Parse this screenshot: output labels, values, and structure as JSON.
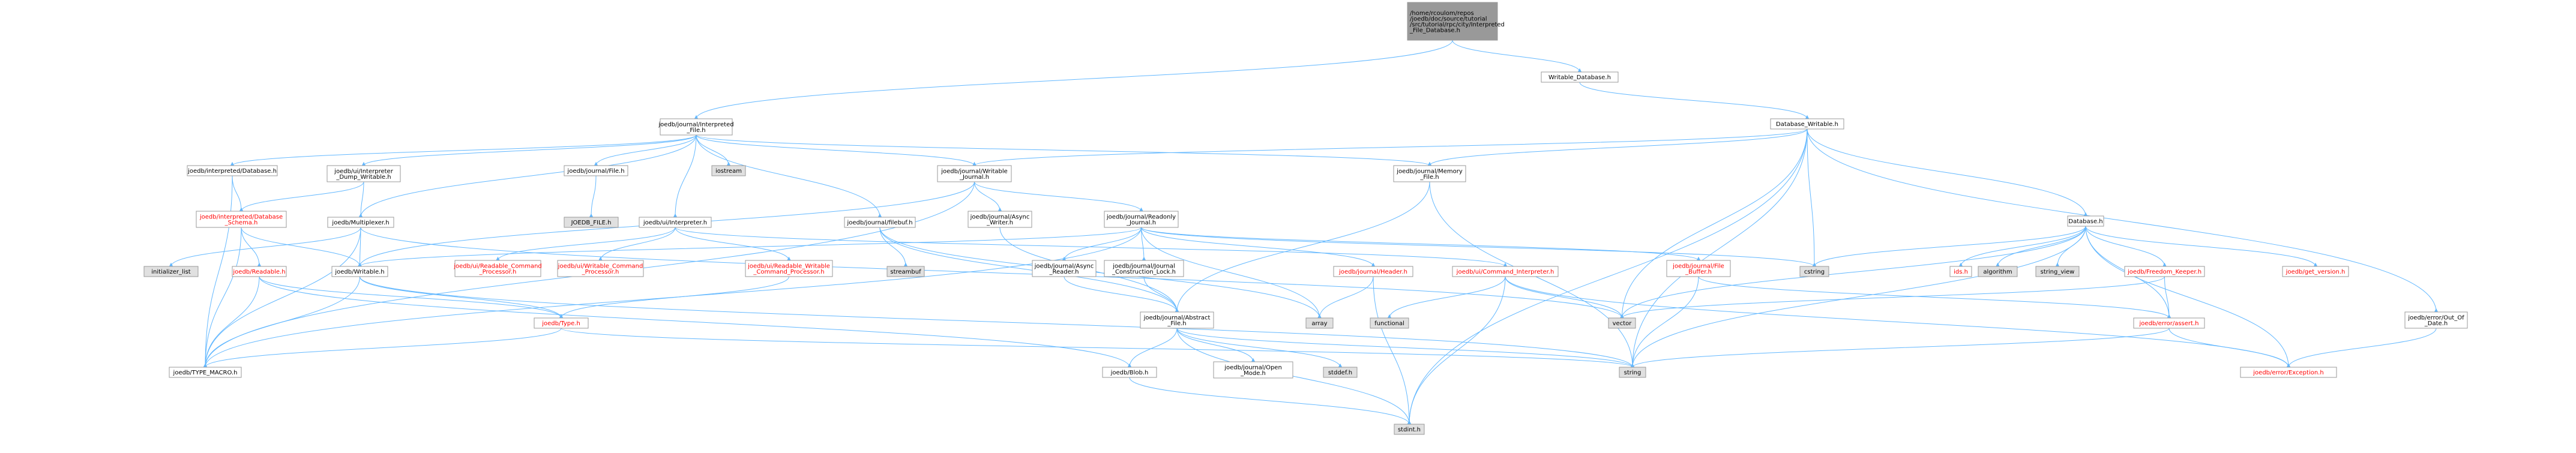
{
  "colors": {
    "node_fill": "#ffffff",
    "node_border": "#999999",
    "root_fill": "#999999",
    "system_fill": "#e0e0e0",
    "edge": "#63b8ff",
    "missing_text": "#ff0000"
  },
  "nodes": {
    "root": {
      "lines": [
        "/home/rcoulom/repos",
        "/joedb/doc/source/tutorial",
        "/src/tutorial/rpc/city/Interpreted",
        "_File_Database.h"
      ]
    },
    "interpreted_file": {
      "lines": [
        "joedb/journal/Interpreted",
        "_File.h"
      ]
    },
    "writable_database": {
      "lines": [
        "Writable_Database.h"
      ]
    },
    "database_writable": {
      "lines": [
        "Database_Writable.h"
      ]
    },
    "interpreted_database": {
      "lines": [
        "joedb/interpreted/Database.h"
      ]
    },
    "ui_interpreter_dump": {
      "lines": [
        "joedb/ui/Interpreter",
        "_Dump_Writable.h"
      ]
    },
    "journal_file": {
      "lines": [
        "joedb/journal/File.h"
      ]
    },
    "iostream": {
      "lines": [
        "iostream"
      ]
    },
    "journal_writable": {
      "lines": [
        "joedb/journal/Writable",
        "_Journal.h"
      ]
    },
    "memory_file": {
      "lines": [
        "joedb/journal/Memory",
        "_File.h"
      ]
    },
    "database_h": {
      "lines": [
        "Database.h"
      ]
    },
    "interpreted_database_schema": {
      "lines": [
        "joedb/interpreted/Database",
        "_Schema.h"
      ]
    },
    "multiplexer": {
      "lines": [
        "joedb/Multiplexer.h"
      ]
    },
    "joedb_file": {
      "lines": [
        "JOEDB_FILE.h"
      ]
    },
    "ui_interpreter": {
      "lines": [
        "joedb/ui/Interpreter.h"
      ]
    },
    "filebuf": {
      "lines": [
        "joedb/journal/filebuf.h"
      ]
    },
    "async_writer": {
      "lines": [
        "joedb/journal/Async",
        "_Writer.h"
      ]
    },
    "readonly_journal": {
      "lines": [
        "joedb/journal/Readonly",
        "_Journal.h"
      ]
    },
    "initializer_list": {
      "lines": [
        "initializer_list"
      ]
    },
    "readable": {
      "lines": [
        "joedb/Readable.h"
      ]
    },
    "writable": {
      "lines": [
        "joedb/Writable.h"
      ]
    },
    "readable_command_processor": {
      "lines": [
        "joedb/ui/Readable_Command",
        "_Processor.h"
      ]
    },
    "writable_command_processor": {
      "lines": [
        "joedb/ui/Writable_Command",
        "_Processor.h"
      ]
    },
    "readable_writable_cp": {
      "lines": [
        "joedb/ui/Readable_Writable",
        "_Command_Processor.h"
      ]
    },
    "streambuf": {
      "lines": [
        "streambuf"
      ]
    },
    "async_reader": {
      "lines": [
        "joedb/journal/Async",
        "_Reader.h"
      ]
    },
    "construction_lock": {
      "lines": [
        "joedb/journal/Journal",
        "_Construction_Lock.h"
      ]
    },
    "journal_header": {
      "lines": [
        "joedb/journal/Header.h"
      ]
    },
    "command_interpreter": {
      "lines": [
        "joedb/ui/Command_Interpreter.h"
      ]
    },
    "file_buffer": {
      "lines": [
        "joedb/journal/File",
        "_Buffer.h"
      ]
    },
    "cstring": {
      "lines": [
        "cstring"
      ]
    },
    "ids": {
      "lines": [
        "ids.h"
      ]
    },
    "algorithm": {
      "lines": [
        "algorithm"
      ]
    },
    "string_view": {
      "lines": [
        "string_view"
      ]
    },
    "freedom_keeper": {
      "lines": [
        "joedb/Freedom_Keeper.h"
      ]
    },
    "get_version": {
      "lines": [
        "joedb/get_version.h"
      ]
    },
    "type": {
      "lines": [
        "joedb/Type.h"
      ]
    },
    "array": {
      "lines": [
        "array"
      ]
    },
    "functional": {
      "lines": [
        "functional"
      ]
    },
    "abstract_file": {
      "lines": [
        "joedb/journal/Abstract",
        "_File.h"
      ]
    },
    "vector": {
      "lines": [
        "vector"
      ]
    },
    "error_assert": {
      "lines": [
        "joedb/error/assert.h"
      ]
    },
    "out_of_date": {
      "lines": [
        "joedb/error/Out_Of",
        "_Date.h"
      ]
    },
    "type_macro": {
      "lines": [
        "joedb/TYPE_MACRO.h"
      ]
    },
    "blob": {
      "lines": [
        "joedb/Blob.h"
      ]
    },
    "open_mode": {
      "lines": [
        "joedb/journal/Open",
        "_Mode.h"
      ]
    },
    "stddef": {
      "lines": [
        "stddef.h"
      ]
    },
    "string": {
      "lines": [
        "string"
      ]
    },
    "error_exception": {
      "lines": [
        "joedb/error/Exception.h"
      ]
    },
    "stdint": {
      "lines": [
        "stdint.h"
      ]
    }
  }
}
